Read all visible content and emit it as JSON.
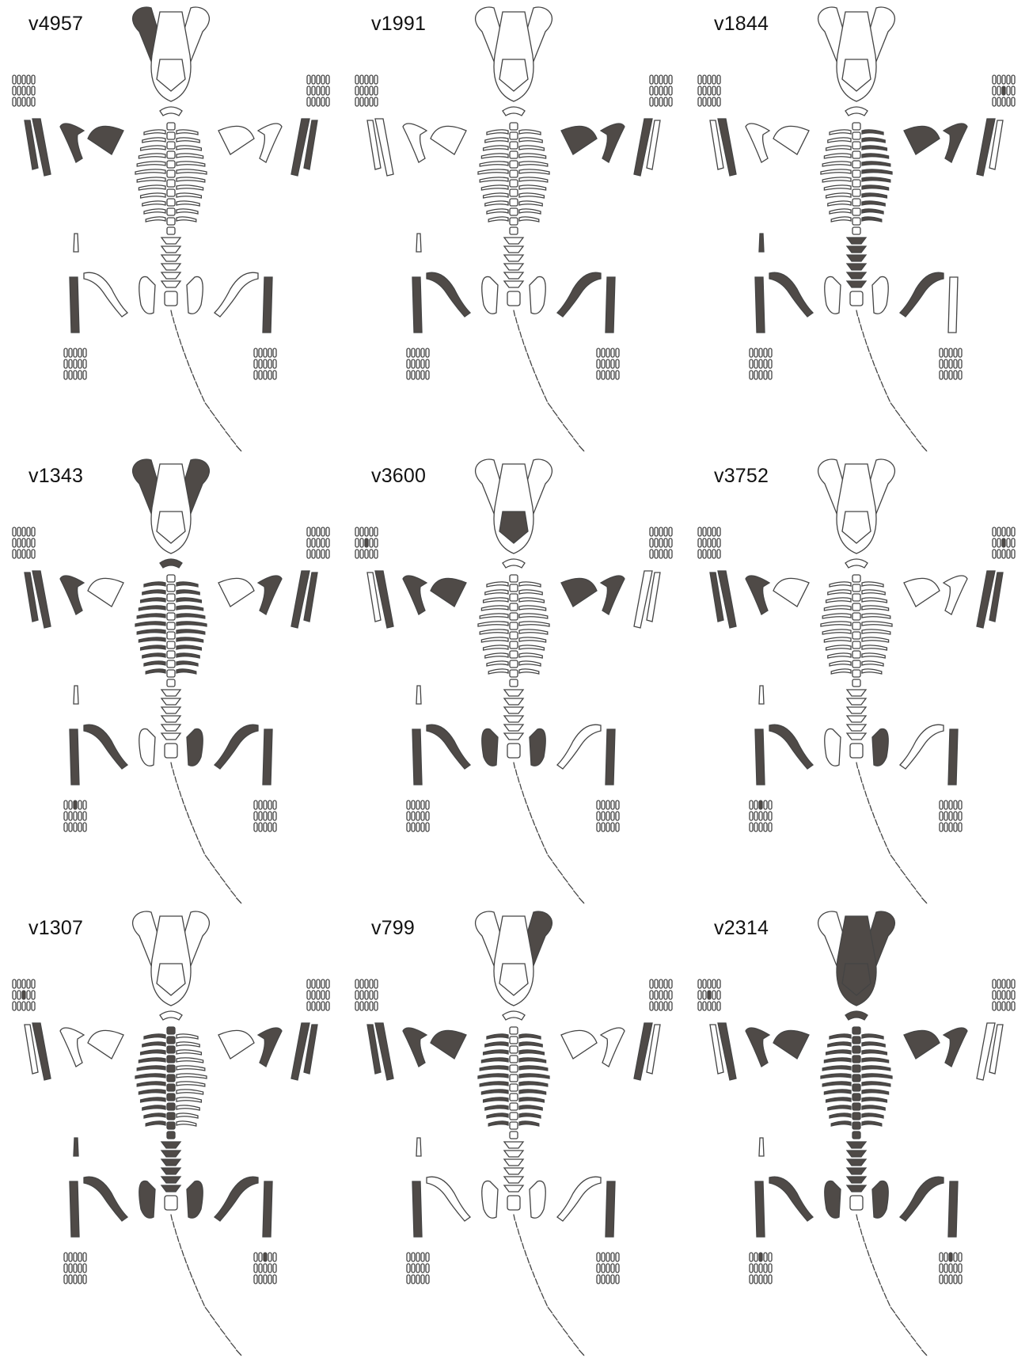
{
  "colors": {
    "outline": "#444444",
    "unfilled": "#ffffff",
    "filled": "#4f4a47",
    "background": "#ffffff"
  },
  "panels": [
    {
      "label": "v4957",
      "filled": [
        "mandible_l",
        "radius_l",
        "ulna_l",
        "humerus_l",
        "scapula_l",
        "radius_r",
        "ulna_r",
        "tibia_l",
        "tibia_r"
      ]
    },
    {
      "label": "v1991",
      "filled": [
        "humerus_r",
        "scapula_r",
        "radius_r",
        "tibia_l",
        "femur_l",
        "femur_r",
        "tibia_r"
      ]
    },
    {
      "label": "v1844",
      "filled": [
        "radius_l",
        "humerus_r",
        "scapula_r",
        "radius_r",
        "ribs_r",
        "lumbar",
        "tibia_l",
        "femur_l",
        "femur_r",
        "manus_r",
        "baculum"
      ]
    },
    {
      "label": "v1343",
      "filled": [
        "mandible_l",
        "mandible_r",
        "atlas",
        "radius_l",
        "ulna_l",
        "humerus_l",
        "humerus_r",
        "radius_r",
        "ulna_r",
        "ribs_l",
        "ribs_r",
        "tibia_l",
        "femur_l",
        "pelvis_r",
        "femur_r",
        "tibia_r",
        "pes_l"
      ]
    },
    {
      "label": "v3600",
      "filled": [
        "cranium_back",
        "radius_l",
        "humerus_l",
        "scapula_l",
        "scapula_r",
        "humerus_r",
        "tibia_l",
        "femur_l",
        "pelvis_l",
        "pelvis_r",
        "tibia_r",
        "manus_l"
      ]
    },
    {
      "label": "v3752",
      "filled": [
        "radius_l",
        "ulna_l",
        "humerus_l",
        "radius_r",
        "ulna_r",
        "tibia_l",
        "femur_l",
        "pelvis_r",
        "tibia_r",
        "manus_r",
        "pes_l"
      ]
    },
    {
      "label": "v1307",
      "filled": [
        "radius_l",
        "humerus_r",
        "radius_r",
        "ulna_r",
        "ribs_l",
        "lumbar",
        "thoracic",
        "tibia_l",
        "femur_l",
        "pelvis_l",
        "pelvis_r",
        "femur_r",
        "tibia_r",
        "manus_l",
        "pes_r",
        "baculum"
      ]
    },
    {
      "label": "v799",
      "filled": [
        "mandible_r",
        "radius_l",
        "ulna_l",
        "humerus_l",
        "scapula_l",
        "radius_r",
        "ribs_l",
        "ribs_r",
        "tibia_l",
        "tibia_r"
      ]
    },
    {
      "label": "v2314",
      "filled": [
        "cranium",
        "mandible_r",
        "atlas",
        "radius_l",
        "humerus_l",
        "scapula_l",
        "scapula_r",
        "humerus_r",
        "ribs_l",
        "ribs_r",
        "thoracic",
        "lumbar",
        "tibia_l",
        "femur_l",
        "pelvis_l",
        "pelvis_r",
        "femur_r",
        "tibia_r",
        "pes_l",
        "pes_r",
        "manus_l"
      ]
    }
  ]
}
